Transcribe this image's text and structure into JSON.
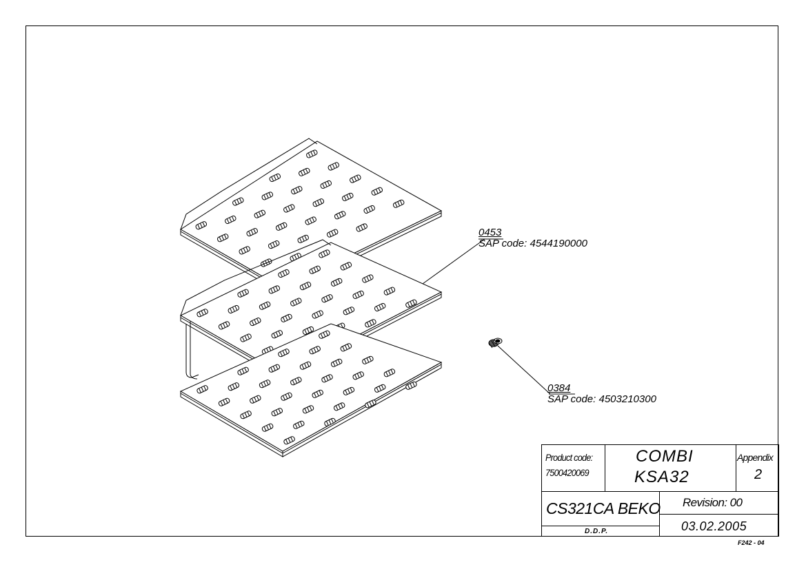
{
  "callouts": {
    "part1": {
      "number": "0453",
      "sap": "SAP code: 4544190000"
    },
    "part2": {
      "number": "0384",
      "sap": "SAP code: 4503210300"
    }
  },
  "title_block": {
    "product_code_label": "Product code:",
    "product_code_value": "7500420069",
    "title_line1": "COMBI",
    "title_line2": "KSA32",
    "appendix_label": "Appendix",
    "appendix_value": "2",
    "model": "CS321CA BEKO",
    "revision": "Revision: 00",
    "author": "D.D.P.",
    "date": "03.02.2005"
  },
  "form_code": "F242 - 04"
}
